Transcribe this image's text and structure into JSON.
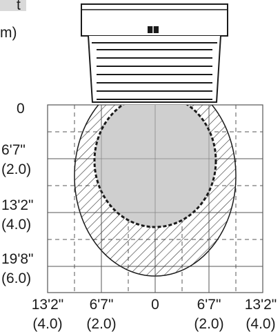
{
  "header": {
    "top_fragment": "t",
    "unit_fragment": "m)"
  },
  "axes": {
    "y_labels": [
      {
        "ft": "0",
        "m": ""
      },
      {
        "ft": "6'7\"",
        "m": "(2.0)"
      },
      {
        "ft": "13'2\"",
        "m": "(4.0)"
      },
      {
        "ft": "19'8\"",
        "m": "(6.0)"
      }
    ],
    "x_labels": [
      {
        "ft": "13'2\"",
        "m": "(4.0)"
      },
      {
        "ft": "6'7\"",
        "m": "(2.0)"
      },
      {
        "ft": "0",
        "m": ""
      },
      {
        "ft": "6'7\"",
        "m": "(2.0)"
      },
      {
        "ft": "13'2\"",
        "m": "(4.0)"
      }
    ]
  },
  "colors": {
    "grid": "#555555",
    "outline": "#1a1a1a",
    "inner_fill": "#cfcfcf",
    "hatch": "#333333"
  }
}
